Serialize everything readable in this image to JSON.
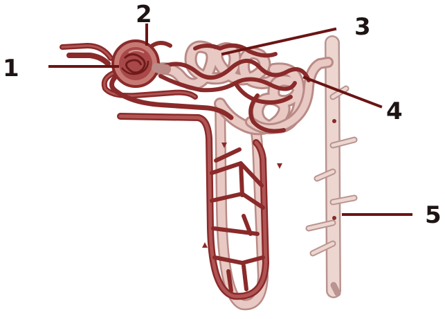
{
  "diagram": {
    "labels": [
      {
        "id": "1",
        "text": "1"
      },
      {
        "id": "2",
        "text": "2"
      },
      {
        "id": "3",
        "text": "3"
      },
      {
        "id": "4",
        "text": "4"
      },
      {
        "id": "5",
        "text": "5"
      }
    ],
    "colors": {
      "vessel": "#8a2a2a",
      "tubule": "#e9c9c4",
      "label": "#1e1414",
      "leader": "#6b1414",
      "background": "#ffffff"
    }
  }
}
